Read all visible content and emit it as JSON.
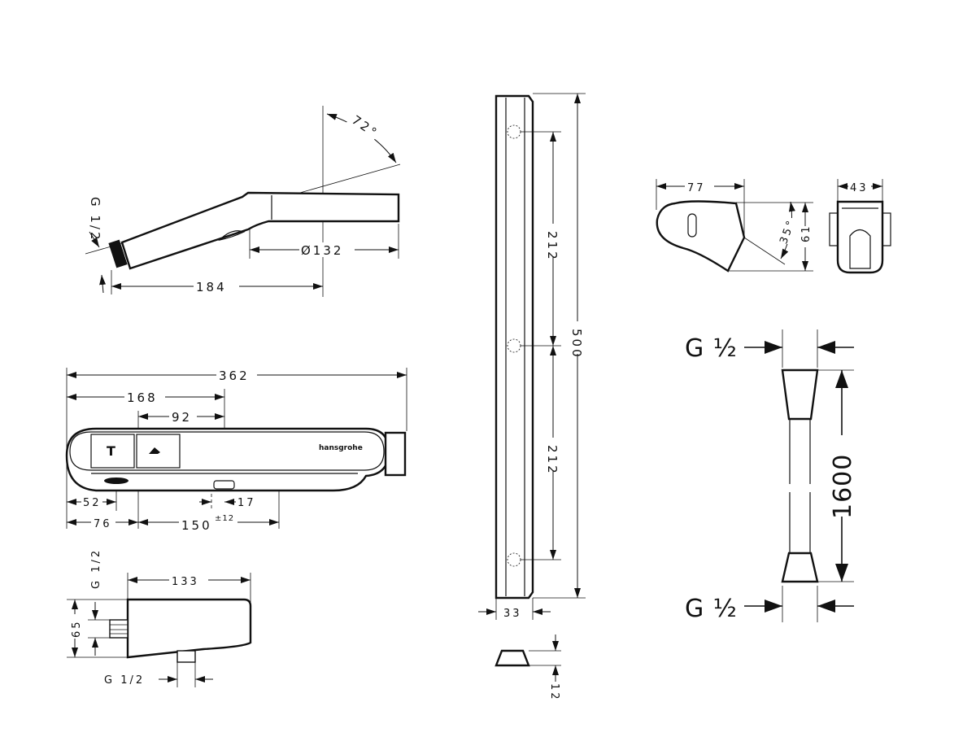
{
  "handshower": {
    "thread": "G 1/2",
    "diameter": "Ø132",
    "length": "184",
    "angle": "72°"
  },
  "thermostat": {
    "overall": "362",
    "to_outlet": "168",
    "button_to_outlet": "92",
    "left_hole": "52",
    "left_fixing": "76",
    "fixing_spacing": "150",
    "tolerance": "±12",
    "outlet_offset": "17",
    "logo": "hansgrohe"
  },
  "wall_connector": {
    "thread_side": "G 1/2",
    "length": "133",
    "height": "65",
    "thread_bottom": "G 1/2"
  },
  "rail": {
    "upper_span": "212",
    "lower_span": "212",
    "total": "500",
    "width": "33",
    "slider_height": "12"
  },
  "holder": {
    "depth": "77",
    "height": "61",
    "angle": "35°",
    "width": "43"
  },
  "hose": {
    "thread_top": "G ½",
    "length": "1600",
    "thread_bottom": "G ½"
  }
}
